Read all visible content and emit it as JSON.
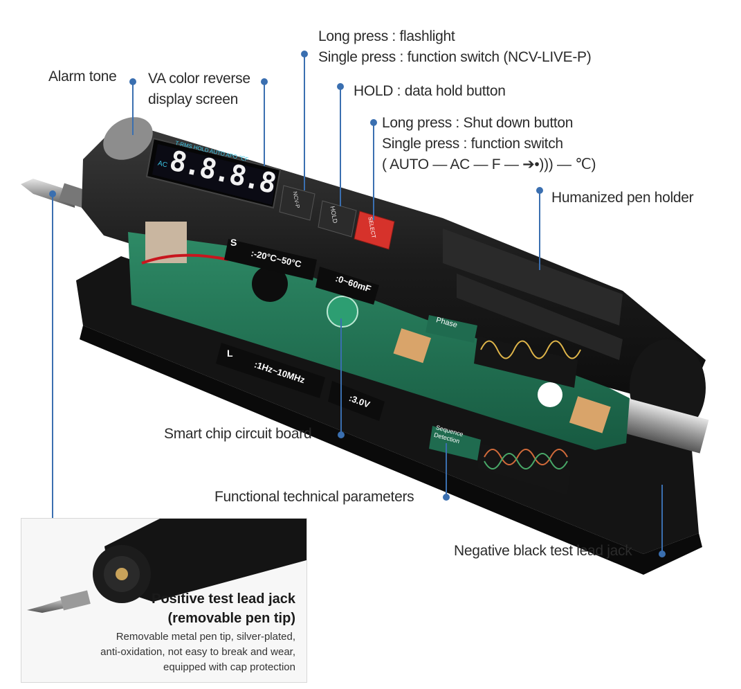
{
  "annotations": {
    "alarm_tone": "Alarm tone",
    "va_display": [
      "VA color reverse",
      "display screen"
    ],
    "flashlight": [
      "Long press : flashlight",
      "Single press : function switch (NCV-LIVE-P)"
    ],
    "hold": "HOLD : data hold button",
    "shutdown": [
      "Long press : Shut down button",
      "Single press : function switch",
      "( AUTO — AC — F — ➔•))) — ℃)"
    ],
    "pen_holder": "Humanized pen holder",
    "smart_chip": "Smart chip circuit board",
    "functional_params": "Functional technical parameters",
    "negative_jack": "Negative black test lead jack"
  },
  "device": {
    "lcd_digits": "8.8.8.8",
    "lcd_ac": "AC",
    "lcd_indicators": "T-RMS HOLD AUTO APO ℃F",
    "button_flash": "NCV-P",
    "button_hold": "HOLD",
    "button_select": "SELECT",
    "params": {
      "temp": ":-20°C~50°C",
      "cap": ":0~60mF",
      "freq": ":1Hz~10MHz",
      "diode": ":3.0V",
      "phase": "Phase",
      "sequence": [
        "Sequence",
        "Detection"
      ],
      "side_l": "L",
      "side_s": "S"
    }
  },
  "inset": {
    "title": [
      "Positive test lead jack",
      "(removable pen tip)"
    ],
    "description": [
      "Removable metal pen tip, silver-plated,",
      "anti-oxidation, not easy to break and wear,",
      "equipped with cap protection"
    ]
  },
  "colors": {
    "accent_blue": "#3a6fb0",
    "pcb_green": "#1f6b4f",
    "button_red": "#d6322b",
    "body_black": "#1b1b1b"
  }
}
